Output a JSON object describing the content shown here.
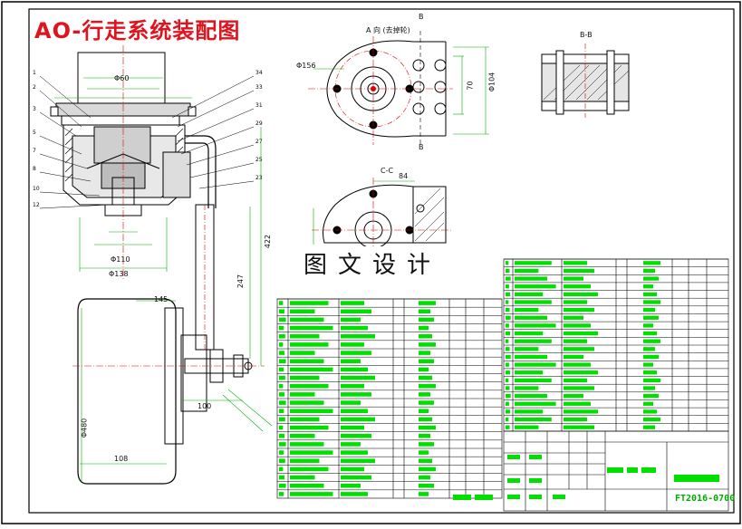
{
  "drawing": {
    "title": "AO-行走系统装配图",
    "watermark": "图文设计",
    "view_a_label": "A 向 (去掉轮)",
    "section_b_label": "B-B",
    "section_c_label": "C-C",
    "section_mark_b": "B",
    "drawing_number": "FT2016-0700"
  },
  "dimensions": {
    "d156": "Φ156",
    "d104": "Φ104",
    "v70": "70",
    "v84": "84",
    "v422": "422",
    "v247": "247",
    "v145": "145",
    "v100": "100",
    "d480": "Φ480",
    "v108": "108",
    "d138": "Φ138",
    "d110": "Φ110",
    "d60": "Φ60"
  },
  "colors": {
    "outline": "#000000",
    "dimension": "#00b000",
    "centerline": "#e00000",
    "table_fill": "#00e000",
    "title_red": "#e0141e"
  }
}
